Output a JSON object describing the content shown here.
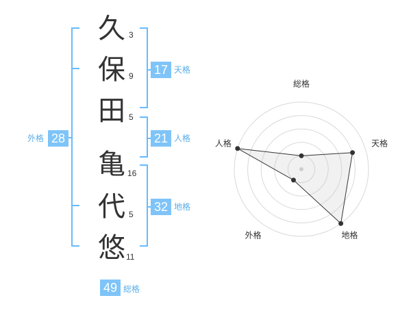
{
  "name": {
    "characters": [
      {
        "char": "久",
        "strokes": "3"
      },
      {
        "char": "保",
        "strokes": "9"
      },
      {
        "char": "田",
        "strokes": "5"
      },
      {
        "char": "亀",
        "strokes": "16"
      },
      {
        "char": "代",
        "strokes": "5"
      },
      {
        "char": "悠",
        "strokes": "11"
      }
    ]
  },
  "fortunes": {
    "tenkaku": {
      "value": "17",
      "label": "天格"
    },
    "jinkaku": {
      "value": "21",
      "label": "人格"
    },
    "chikaku": {
      "value": "32",
      "label": "地格"
    },
    "gaikaku": {
      "value": "28",
      "label": "外格"
    },
    "soukaku": {
      "value": "49",
      "label": "総格"
    }
  },
  "colors": {
    "accent": "#7fc4f8",
    "bracket": "#66bbff",
    "text": "#333333"
  },
  "chart_data": {
    "type": "radar",
    "axes": [
      "総格",
      "天格",
      "地格",
      "外格",
      "人格"
    ],
    "levels": 5,
    "max": 5,
    "values": [
      1,
      4,
      5,
      1,
      5
    ]
  }
}
